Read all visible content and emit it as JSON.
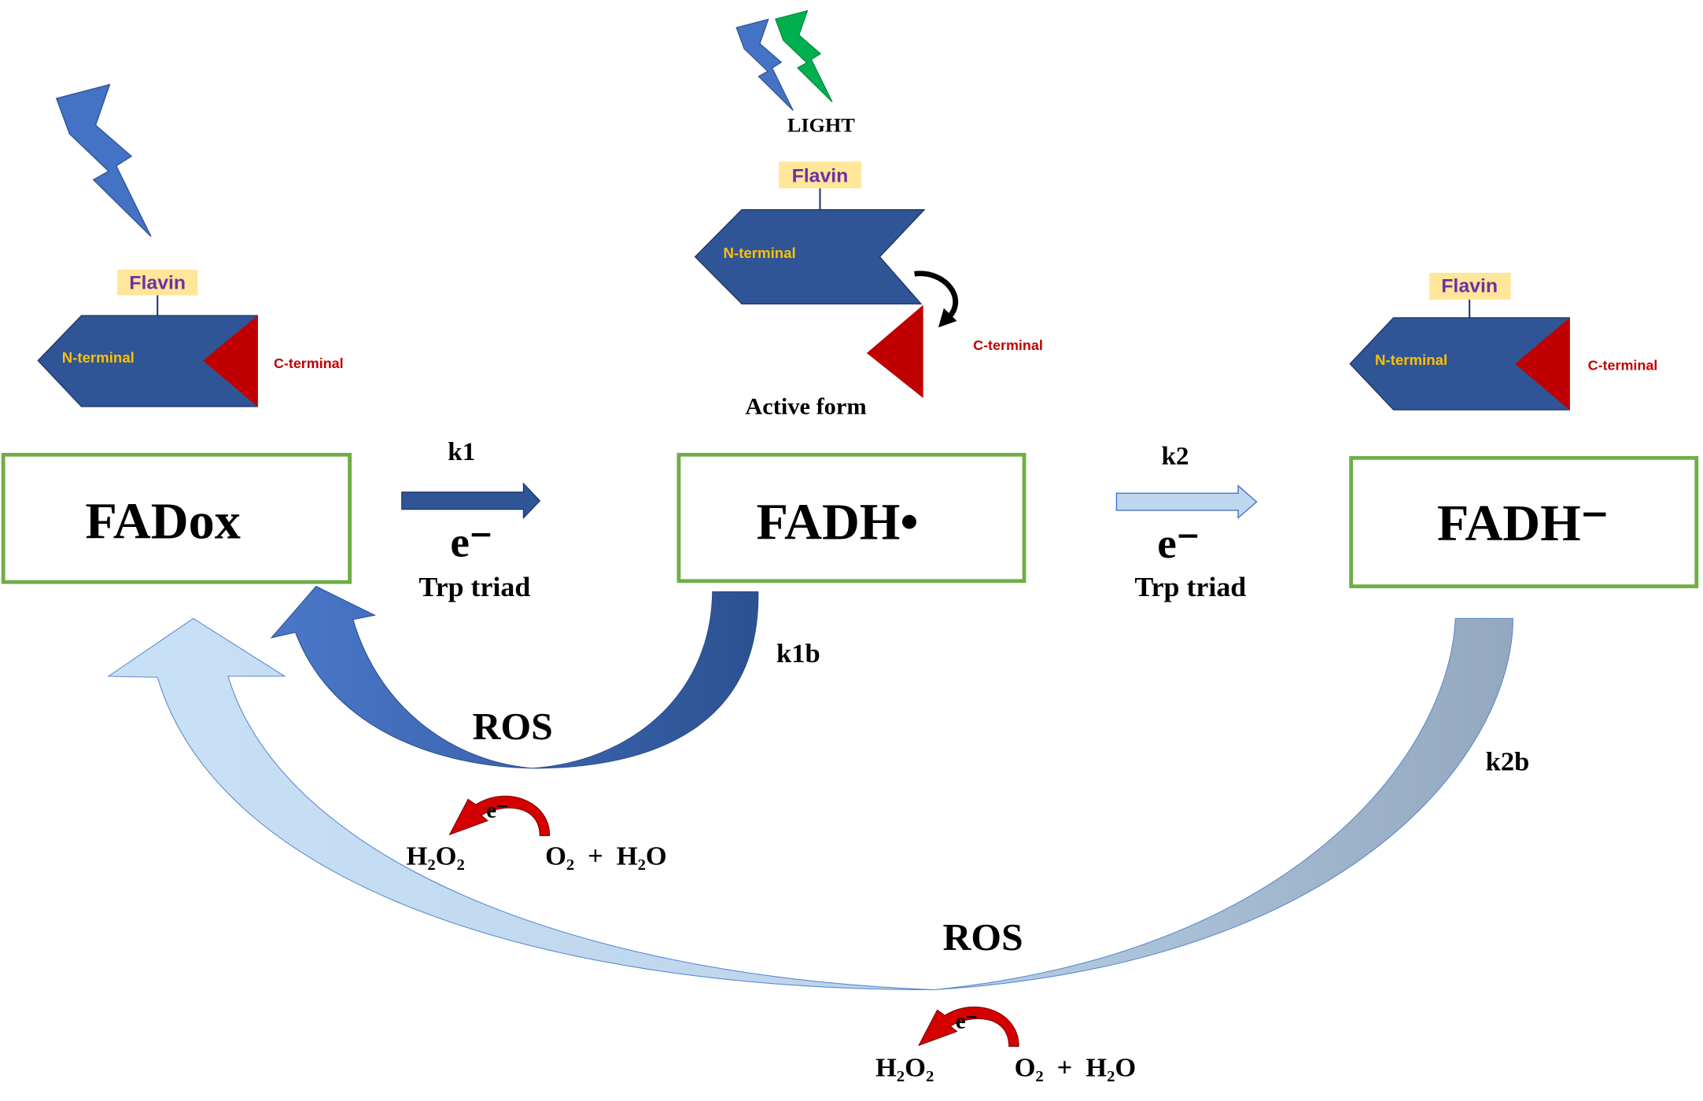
{
  "light_label": "LIGHT",
  "active_form_label": "Active form",
  "proteins": [
    {
      "flavin": "Flavin",
      "n_terminal": "N-terminal",
      "c_terminal": "C-terminal"
    },
    {
      "flavin": "Flavin",
      "n_terminal": "N-terminal",
      "c_terminal": "C-terminal"
    },
    {
      "flavin": "Flavin",
      "n_terminal": "N-terminal",
      "c_terminal": "C-terminal"
    }
  ],
  "states": {
    "fadox": "FADox",
    "fadh_radical": "FADH•",
    "fadh_anion": "FADH⁻"
  },
  "forward": {
    "k1": {
      "rate": "k1",
      "electron": "e⁻",
      "pathway": "Trp triad"
    },
    "k2": {
      "rate": "k2",
      "electron": "e⁻",
      "pathway": "Trp triad"
    }
  },
  "reverse": {
    "k1b": {
      "rate": "k1b",
      "ros": "ROS",
      "electron": "e⁻",
      "product": "H₂O₂",
      "reactants": "O₂ + H₂O"
    },
    "k2b": {
      "rate": "k2b",
      "ros": "ROS",
      "electron": "e⁻",
      "product": "H₂O₂",
      "reactants": "O₂ + H₂O"
    }
  },
  "colors": {
    "protein": "#2f5597",
    "c_terminal_domain": "#c00000",
    "flavin_box": "#ffe699",
    "flavin_text": "#7030a0",
    "n_terminal_text": "#ffc000",
    "c_terminal_text": "#c00000",
    "state_border": "#70ad47",
    "rate_label": "#ff0000",
    "electron_transfer_arrow": "#d40000",
    "light_blue_bolt": "#4472c4",
    "light_green_bolt": "#00b050",
    "k1_arrow": "#2f5597",
    "k2_arrow": "#bdd7ee"
  }
}
